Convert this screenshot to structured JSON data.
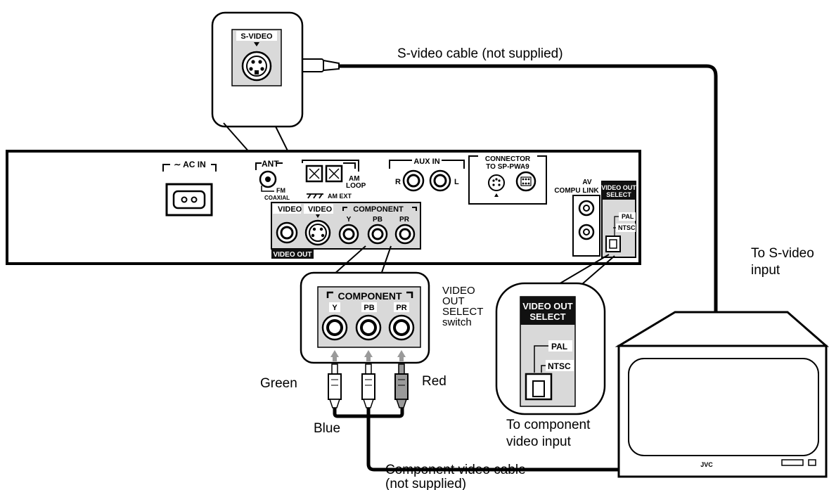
{
  "labels": {
    "svideo_cable": "S-video cable (not supplied)",
    "to_svideo_line1": "To S-video",
    "to_svideo_line2": "input",
    "select_switch": [
      "VIDEO",
      "OUT",
      "SELECT",
      "switch"
    ],
    "green": "Green",
    "red": "Red",
    "blue": "Blue",
    "to_component_line1": "To component",
    "to_component_line2": "video input",
    "component_cable_line1": "Component video cable",
    "component_cable_line2": "(not supplied)"
  },
  "panel": {
    "ac_in": "∼ AC IN",
    "antenna": "ANT",
    "fm": "FM",
    "coaxial": "COAXIAL",
    "am_loop": "AM",
    "am_loop2": "LOOP",
    "am_ext": "AM EXT",
    "aux_in": "AUX IN",
    "aux_r": "R",
    "aux_l": "L",
    "connector": "CONNECTOR",
    "connector_to": "TO SP-PWA9",
    "av": "AV",
    "compu_link": "COMPU LINK",
    "video_out_select_1": "VIDEO OUT",
    "video_out_select_2": "SELECT",
    "pal": "PAL",
    "ntsc": "NTSC",
    "video": "VIDEO",
    "s_video": "S-VIDEO",
    "component": "COMPONENT",
    "y": "Y",
    "pb": "PB",
    "pr": "PR",
    "video_out": "VIDEO OUT"
  },
  "tv": {
    "brand": "JVC"
  },
  "colors": {
    "line": "#000000",
    "panel_gray": "#d9d9d9",
    "arrow_gray": "#9a9a9a"
  }
}
